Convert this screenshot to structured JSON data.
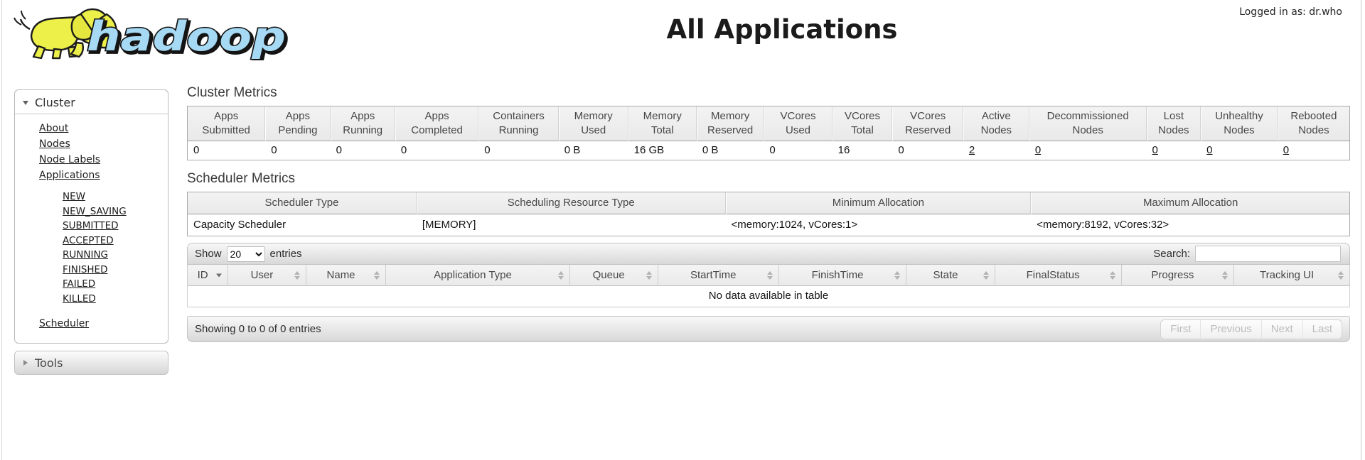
{
  "header": {
    "logo_text": "hadoop",
    "logo_colors": {
      "text_blue": "#a6d9f4",
      "elephant_yellow": "#eef04a",
      "outline": "#141414"
    },
    "title": "All Applications",
    "logged_in_label": "Logged in as:",
    "logged_in_user": "dr.who"
  },
  "sidebar": {
    "cluster_label": "Cluster",
    "cluster_links": [
      "About",
      "Nodes",
      "Node Labels",
      "Applications"
    ],
    "app_state_links": [
      "NEW",
      "NEW_SAVING",
      "SUBMITTED",
      "ACCEPTED",
      "RUNNING",
      "FINISHED",
      "FAILED",
      "KILLED"
    ],
    "scheduler_link": "Scheduler",
    "tools_label": "Tools"
  },
  "cluster_metrics": {
    "heading": "Cluster Metrics",
    "columns": [
      "Apps Submitted",
      "Apps Pending",
      "Apps Running",
      "Apps Completed",
      "Containers Running",
      "Memory Used",
      "Memory Total",
      "Memory Reserved",
      "VCores Used",
      "VCores Total",
      "VCores Reserved",
      "Active Nodes",
      "Decommissioned Nodes",
      "Lost Nodes",
      "Unhealthy Nodes",
      "Rebooted Nodes"
    ],
    "values": [
      {
        "text": "0",
        "link": false
      },
      {
        "text": "0",
        "link": false
      },
      {
        "text": "0",
        "link": false
      },
      {
        "text": "0",
        "link": false
      },
      {
        "text": "0",
        "link": false
      },
      {
        "text": "0 B",
        "link": false
      },
      {
        "text": "16 GB",
        "link": false
      },
      {
        "text": "0 B",
        "link": false
      },
      {
        "text": "0",
        "link": false
      },
      {
        "text": "16",
        "link": false
      },
      {
        "text": "0",
        "link": false
      },
      {
        "text": "2",
        "link": true
      },
      {
        "text": "0",
        "link": true
      },
      {
        "text": "0",
        "link": true
      },
      {
        "text": "0",
        "link": true
      },
      {
        "text": "0",
        "link": true
      }
    ]
  },
  "scheduler_metrics": {
    "heading": "Scheduler Metrics",
    "columns": [
      "Scheduler Type",
      "Scheduling Resource Type",
      "Minimum Allocation",
      "Maximum Allocation"
    ],
    "row": [
      "Capacity Scheduler",
      "[MEMORY]",
      "<memory:1024, vCores:1>",
      "<memory:8192, vCores:32>"
    ]
  },
  "apps_table": {
    "show_label": "Show",
    "page_size": "20",
    "entries_label": "entries",
    "search_label": "Search:",
    "search_value": "",
    "columns": [
      {
        "label": "ID",
        "sort": "desc"
      },
      {
        "label": "User",
        "sort": "both"
      },
      {
        "label": "Name",
        "sort": "both"
      },
      {
        "label": "Application Type",
        "sort": "both"
      },
      {
        "label": "Queue",
        "sort": "both"
      },
      {
        "label": "StartTime",
        "sort": "both"
      },
      {
        "label": "FinishTime",
        "sort": "both"
      },
      {
        "label": "State",
        "sort": "both"
      },
      {
        "label": "FinalStatus",
        "sort": "both"
      },
      {
        "label": "Progress",
        "sort": "both"
      },
      {
        "label": "Tracking UI",
        "sort": "both"
      }
    ],
    "empty_text": "No data available in table",
    "footer_info": "Showing 0 to 0 of 0 entries",
    "pagination": [
      "First",
      "Previous",
      "Next",
      "Last"
    ]
  }
}
